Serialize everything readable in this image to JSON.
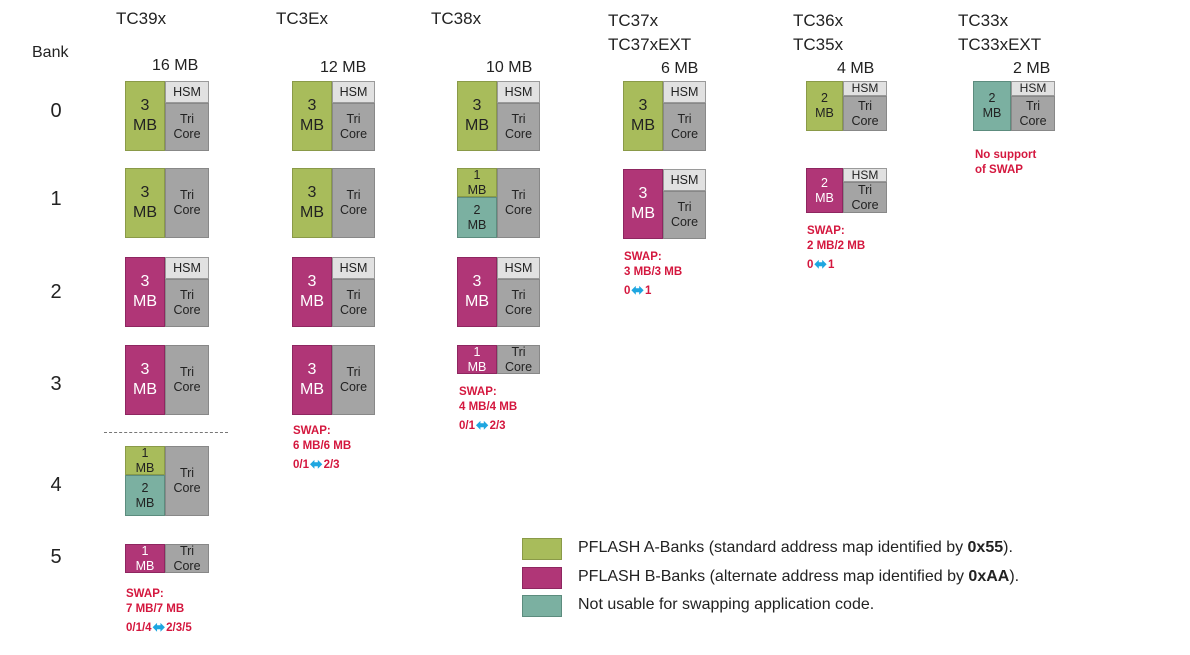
{
  "bank_label": "Bank",
  "bank_numbers": [
    "0",
    "1",
    "2",
    "3",
    "4",
    "5"
  ],
  "chips": [
    {
      "name": "TC39x",
      "line2": "",
      "total": "16 MB"
    },
    {
      "name": "TC3Ex",
      "line2": "",
      "total": "12 MB"
    },
    {
      "name": "TC38x",
      "line2": "",
      "total": "10 MB"
    },
    {
      "name": "TC37x",
      "line2": "TC37xEXT",
      "total": "6 MB"
    },
    {
      "name": "TC36x",
      "line2": "TC35x",
      "total": "4 MB"
    },
    {
      "name": "TC33x",
      "line2": "TC33xEXT",
      "total": "2 MB"
    }
  ],
  "labels": {
    "three_mb": "3",
    "two_mb": "2",
    "one_mb": "1",
    "mb": "MB",
    "hsm": "HSM",
    "tri": "Tri",
    "core": "Core"
  },
  "swap": [
    {
      "title": "SWAP:",
      "size": "7 MB/7 MB",
      "from": "0/1/4",
      "to": "2/3/5"
    },
    {
      "title": "SWAP:",
      "size": "6 MB/6 MB",
      "from": "0/1",
      "to": "2/3"
    },
    {
      "title": "SWAP:",
      "size": "4 MB/4 MB",
      "from": "0/1",
      "to": "2/3"
    },
    {
      "title": "SWAP:",
      "size": "3 MB/3 MB",
      "from": "0",
      "to": "1"
    },
    {
      "title": "SWAP:",
      "size": "2 MB/2 MB",
      "from": "0",
      "to": "1"
    }
  ],
  "no_swap": {
    "line1": "No support",
    "line2": "of SWAP"
  },
  "legend": [
    {
      "text": "PFLASH A-Banks (standard address map identified by ",
      "code": "0x55",
      "end": ").",
      "color": "#a8bc5b"
    },
    {
      "text": "PFLASH B-Banks (alternate address map identified by ",
      "code": "0xAA",
      "end": ").",
      "color": "#b03677"
    },
    {
      "text": "Not usable for swapping application code.",
      "code": "",
      "end": "",
      "color": "#7bb0a1"
    }
  ]
}
